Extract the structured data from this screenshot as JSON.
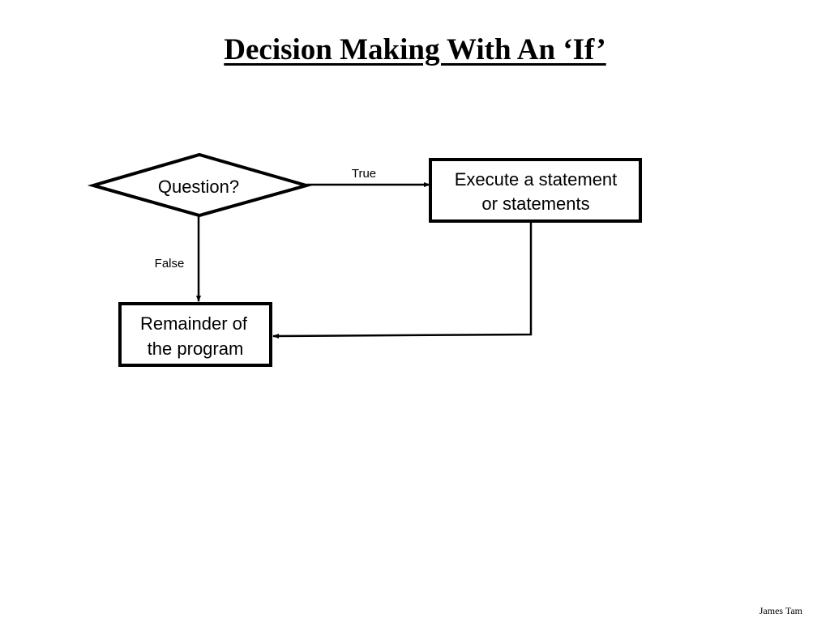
{
  "slide": {
    "title": "Decision Making With An ‘If’",
    "footer": "James Tam"
  },
  "diagram": {
    "nodes": {
      "question": {
        "label": "Question?"
      },
      "execute": {
        "line1": "Execute a statement",
        "line2": "or statements"
      },
      "remainder": {
        "line1": "Remainder of",
        "line2": "the program"
      }
    },
    "edges": {
      "true_label": "True",
      "false_label": "False"
    }
  }
}
